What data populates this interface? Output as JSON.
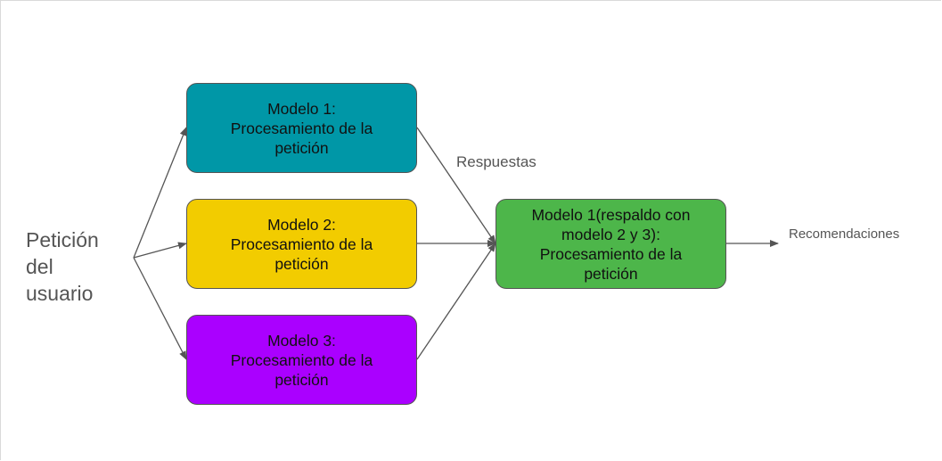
{
  "input_label": "Petición\ndel\nusuario",
  "responses_label": "Respuestas",
  "output_label": "Recomendaciones",
  "models": [
    {
      "text": "Modelo 1:\nProcesamiento de la\npetición",
      "color": "#0097a7"
    },
    {
      "text": "Modelo 2:\nProcesamiento de la\npetición",
      "color": "#f2cc00"
    },
    {
      "text": "Modelo 3:\nProcesamiento de la\npetición",
      "color": "#aa00ff"
    }
  ],
  "aggregator": {
    "text": "Modelo 1(respaldo con\nmodelo 2 y 3):\nProcesamiento de la\npetición",
    "color": "#4db64a"
  }
}
